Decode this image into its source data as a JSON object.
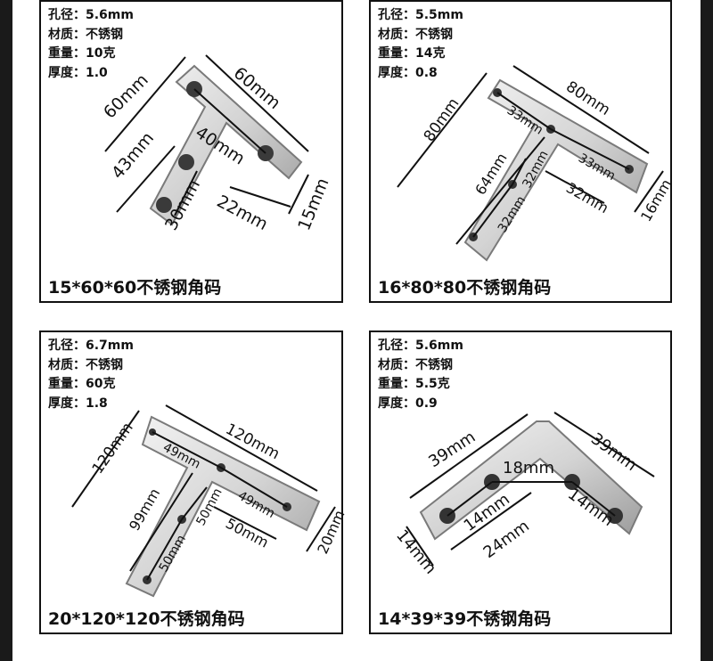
{
  "cards": [
    {
      "specs": [
        {
          "label": "孔径：",
          "value": "5.6mm"
        },
        {
          "label": "材质：",
          "value": "不锈钢"
        },
        {
          "label": "重量：",
          "value": "10克"
        },
        {
          "label": "厚度：",
          "value": "1.0"
        }
      ],
      "caption": "15*60*60不锈钢角码",
      "dims": [
        "60mm",
        "60mm",
        "40mm",
        "43mm",
        "30mm",
        "22mm",
        "15mm"
      ]
    },
    {
      "specs": [
        {
          "label": "孔径：",
          "value": "5.5mm"
        },
        {
          "label": "材质：",
          "value": "不锈钢"
        },
        {
          "label": "重量：",
          "value": "14克"
        },
        {
          "label": "厚度：",
          "value": "0.8"
        }
      ],
      "caption": "16*80*80不锈钢角码",
      "dims": [
        "80mm",
        "80mm",
        "33mm",
        "33mm",
        "64mm",
        "32mm",
        "32mm",
        "32mm",
        "16mm"
      ]
    },
    {
      "specs": [
        {
          "label": "孔径：",
          "value": "6.7mm"
        },
        {
          "label": "材质：",
          "value": "不锈钢"
        },
        {
          "label": "重量：",
          "value": "60克"
        },
        {
          "label": "厚度：",
          "value": "1.8"
        }
      ],
      "caption": "20*120*120不锈钢角码",
      "dims": [
        "120mm",
        "120mm",
        "49mm",
        "49mm",
        "99mm",
        "50mm",
        "50mm",
        "50mm",
        "20mm"
      ]
    },
    {
      "specs": [
        {
          "label": "孔径：",
          "value": "5.6mm"
        },
        {
          "label": "材质：",
          "value": "不锈钢"
        },
        {
          "label": "重量：",
          "value": "5.5克"
        },
        {
          "label": "厚度：",
          "value": "0.9"
        }
      ],
      "caption": "14*39*39不锈钢角码",
      "dims": [
        "39mm",
        "39mm",
        "18mm",
        "14mm",
        "14mm",
        "14mm",
        "24mm"
      ]
    }
  ],
  "colors": {
    "frame": "#111111",
    "background": "#1a1a1a",
    "steel_light": "#e6e6e6",
    "steel_dark": "#8a8a8a"
  }
}
